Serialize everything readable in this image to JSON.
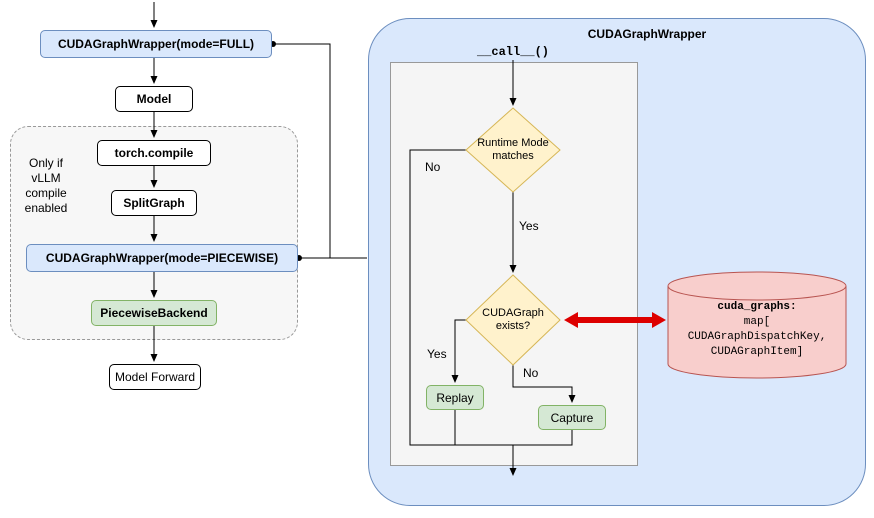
{
  "diagram": {
    "left": {
      "full_wrapper": "CUDAGraphWrapper(mode=FULL)",
      "model": "Model",
      "note": "Only if\nvLLM\ncompile\nenabled",
      "torch_compile": "torch.compile",
      "split_graph": "SplitGraph",
      "piecewise_wrapper": "CUDAGraphWrapper(mode=PIECEWISE)",
      "piecewise_backend": "PiecewiseBackend",
      "model_forward": "Model Forward"
    },
    "right": {
      "panel_title": "CUDAGraphWrapper",
      "call_label": "__call__()",
      "decision_runtime_mode": "Runtime Mode\nmatches",
      "decision_graph_exists": "CUDAGraph\nexists?",
      "edge_labels": {
        "no_runtime": "No",
        "yes_runtime": "Yes",
        "yes_exists": "Yes",
        "no_exists": "No"
      },
      "replay": "Replay",
      "capture": "Capture",
      "store_title": "cuda_graphs:",
      "store_body": "map[\nCUDAGraphDispatchKey,\nCUDAGraphItem]"
    },
    "colors": {
      "blue_fill": "#dae8fc",
      "blue_stroke": "#6c8ebf",
      "green_fill": "#d5e8d4",
      "green_stroke": "#82b366",
      "yellow_fill": "#fff2cc",
      "yellow_stroke": "#d6b656",
      "pink_fill": "#f8cecc",
      "pink_stroke": "#b85450",
      "red_arrow": "#dd0000"
    }
  }
}
